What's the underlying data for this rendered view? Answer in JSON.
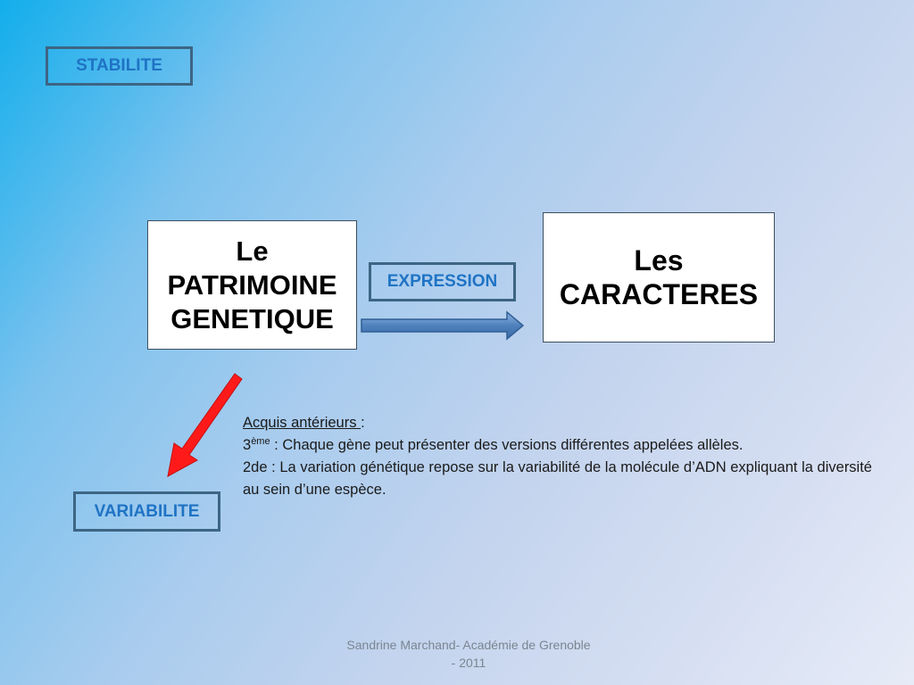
{
  "labels": {
    "stabilite": "STABILITE",
    "variabilite": "VARIABILITE",
    "expression": "EXPRESSION"
  },
  "boxes": {
    "patrimoine": [
      "Le",
      "PATRIMOINE",
      "GENETIQUE"
    ],
    "caracteres": [
      "Les",
      "CARACTERES"
    ]
  },
  "acquis": {
    "title": "Acquis antérieurs ",
    "title_colon": ":",
    "line1_prefix": "3",
    "line1_sup": "ème",
    "line1_text": " : Chaque gène peut présenter des versions différentes appelées allèles.",
    "line2": "2de : La variation génétique repose sur la variabilité de la molécule d’ADN expliquant la diversité au sein d’une espèce."
  },
  "footer": {
    "line1": "Sandrine Marchand- Académie de Grenoble",
    "line2": "- 2011"
  },
  "colors": {
    "tag_text": "#1f73c4",
    "tag_border": "#3d6584",
    "expression_arrow": "#4f81bd",
    "variabilite_arrow": "#ff1a1a"
  }
}
